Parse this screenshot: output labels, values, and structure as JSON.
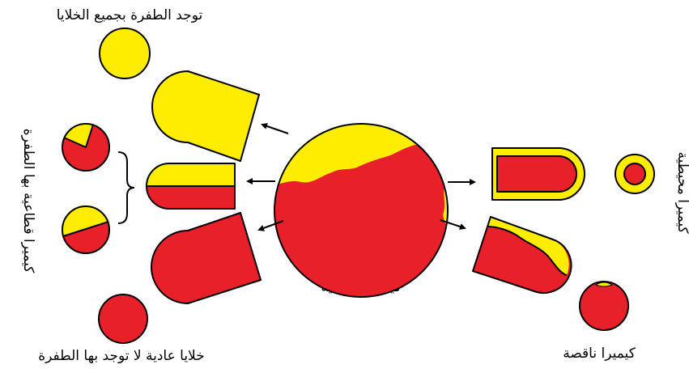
{
  "colors": {
    "mutant": "#ffed00",
    "normal": "#e8202a",
    "outline": "#000000"
  },
  "labels": {
    "top_left": "توجد الطفرة بجميع الخلايا",
    "left_vertical": "كيميرا قطاعية بها الطفرة",
    "bottom_left": "خلايا عادية لا توجد بها الطفرة",
    "center": "كيميرا قطاعية",
    "right_vertical": "كيميرا محيطية",
    "bottom_right": "كيميرا ناقصة"
  }
}
